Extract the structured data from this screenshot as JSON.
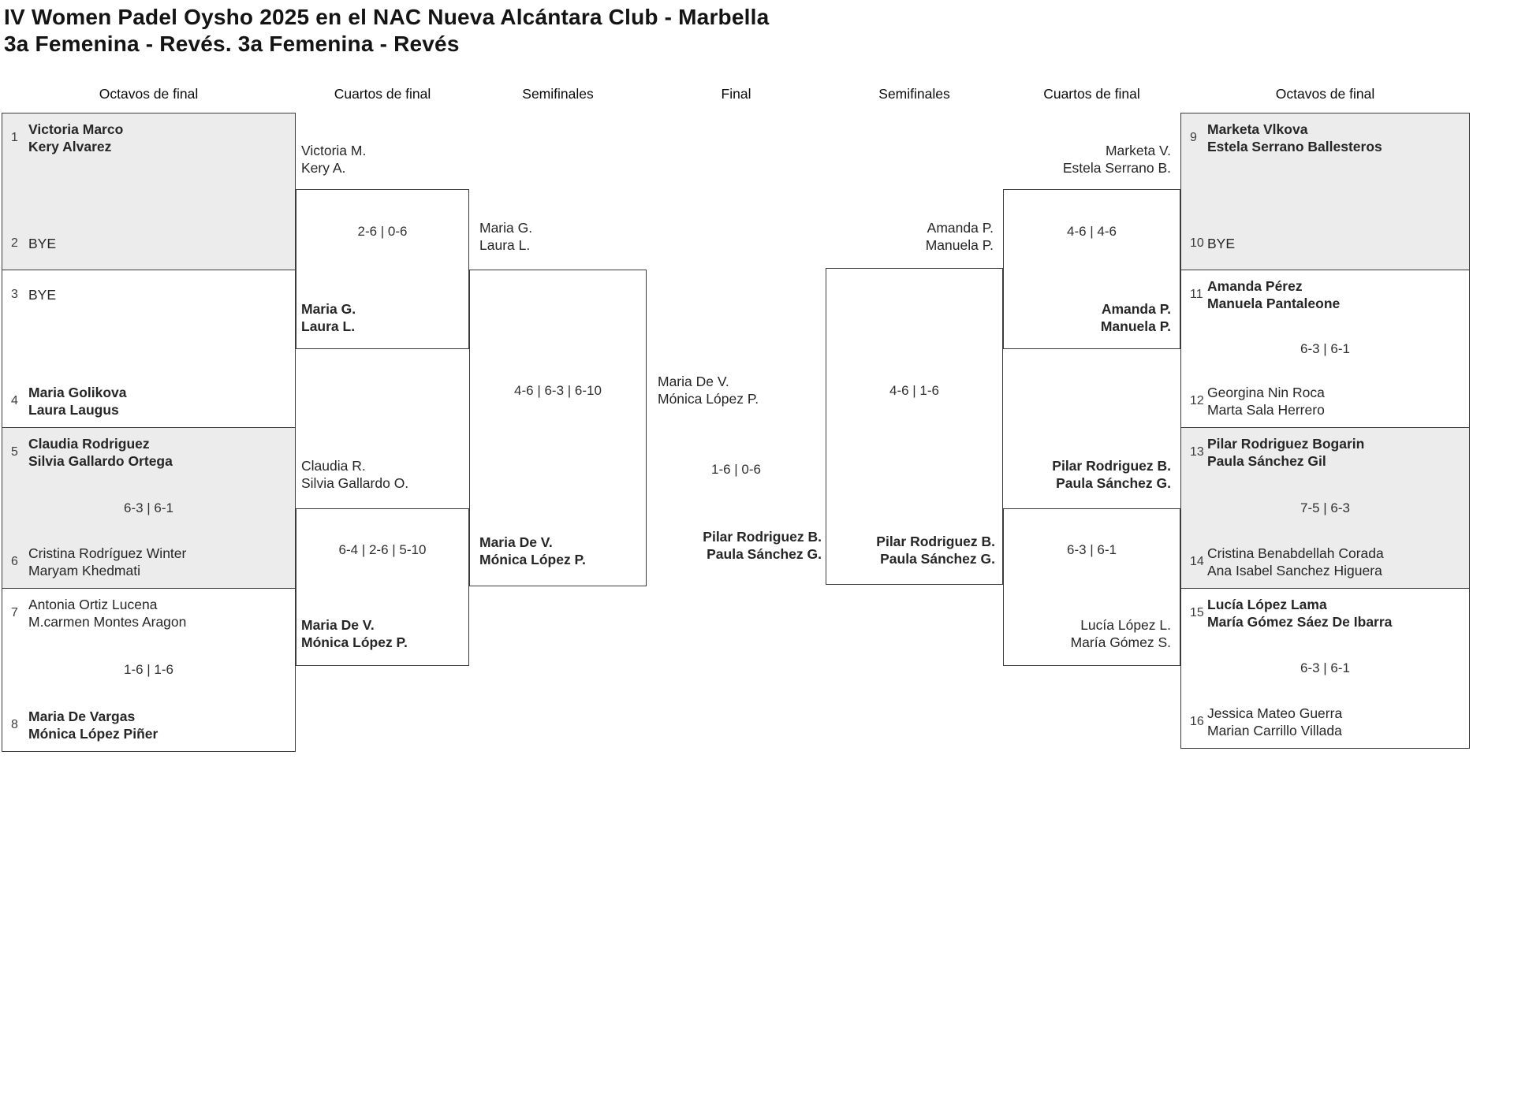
{
  "title": {
    "line1": "IV Women Padel Oysho 2025 en el NAC Nueva Alcántara Club - Marbella",
    "line2": "3a Femenina - Revés. 3a Femenina - Revés"
  },
  "round_headers": [
    "Octavos de final",
    "Cuartos de final",
    "Semifinales",
    "Final",
    "Semifinales",
    "Cuartos de final",
    "Octavos de final"
  ],
  "colors": {
    "shaded_box": "#ececec",
    "border": "#3a3a3a",
    "text": "#262626"
  },
  "r16_left": [
    {
      "top": {
        "seed": "1",
        "name1": "Victoria Marco",
        "name2": "Kery Alvarez"
      },
      "score": "",
      "bottom": {
        "seed": "2",
        "name1": "BYE",
        "name2": ""
      }
    },
    {
      "top": {
        "seed": "3",
        "name1": "BYE",
        "name2": ""
      },
      "score": "",
      "bottom": {
        "seed": "4",
        "name1": "Maria Golikova",
        "name2": "Laura Laugus"
      }
    },
    {
      "top": {
        "seed": "5",
        "name1": "Claudia Rodriguez",
        "name2": "Silvia Gallardo Ortega"
      },
      "score": "6-3 | 6-1",
      "bottom": {
        "seed": "6",
        "name1": "Cristina Rodríguez Winter",
        "name2": "Maryam Khedmati"
      }
    },
    {
      "top": {
        "seed": "7",
        "name1": "Antonia Ortiz Lucena",
        "name2": "M.carmen Montes Aragon"
      },
      "score": "1-6 | 1-6",
      "bottom": {
        "seed": "8",
        "name1": "Maria De Vargas",
        "name2": "Mónica López Piñer"
      }
    }
  ],
  "qf_left": [
    {
      "team1": {
        "name1": "Victoria M.",
        "name2": "Kery A."
      },
      "score": "2-6 | 0-6",
      "team2": {
        "name1": "Maria G.",
        "name2": "Laura L."
      }
    },
    {
      "team1": {
        "name1": "Claudia R.",
        "name2": "Silvia Gallardo O."
      },
      "score": "6-4 | 2-6 | 5-10",
      "team2": {
        "name1": "Maria De V.",
        "name2": "Mónica López P."
      }
    }
  ],
  "sf_left": {
    "team1": {
      "name1": "Maria G.",
      "name2": "Laura L."
    },
    "score": "4-6 | 6-3 | 6-10",
    "team2": {
      "name1": "Maria De V.",
      "name2": "Mónica López P."
    }
  },
  "final": {
    "team1": {
      "name1": "Maria De V.",
      "name2": "Mónica López P."
    },
    "score": "1-6 | 0-6",
    "team2": {
      "name1": "Pilar Rodriguez B.",
      "name2": "Paula Sánchez G."
    }
  },
  "sf_right": {
    "team1": {
      "name1": "Amanda P.",
      "name2": "Manuela P."
    },
    "score": "4-6 | 1-6",
    "team2": {
      "name1": "Pilar Rodriguez B.",
      "name2": "Paula Sánchez G."
    }
  },
  "qf_right": [
    {
      "team1": {
        "name1": "Marketa V.",
        "name2": "Estela Serrano B."
      },
      "score": "4-6 | 4-6",
      "team2": {
        "name1": "Amanda P.",
        "name2": "Manuela P."
      }
    },
    {
      "team1": {
        "name1": "Pilar Rodriguez B.",
        "name2": "Paula Sánchez G."
      },
      "score": "6-3 | 6-1",
      "team2": {
        "name1": "Lucía López L.",
        "name2": "María Gómez S."
      }
    }
  ],
  "r16_right": [
    {
      "top": {
        "seed": "9",
        "name1": "Marketa Vlkova",
        "name2": "Estela Serrano Ballesteros"
      },
      "score": "",
      "bottom": {
        "seed": "10",
        "name1": "BYE",
        "name2": ""
      }
    },
    {
      "top": {
        "seed": "11",
        "name1": "Amanda Pérez",
        "name2": "Manuela Pantaleone"
      },
      "score": "6-3 | 6-1",
      "bottom": {
        "seed": "12",
        "name1": "Georgina Nin Roca",
        "name2": "Marta Sala Herrero"
      }
    },
    {
      "top": {
        "seed": "13",
        "name1": "Pilar Rodriguez Bogarin",
        "name2": "Paula Sánchez Gil"
      },
      "score": "7-5 | 6-3",
      "bottom": {
        "seed": "14",
        "name1": "Cristina Benabdellah Corada",
        "name2": "Ana Isabel Sanchez Higuera"
      }
    },
    {
      "top": {
        "seed": "15",
        "name1": "Lucía López Lama",
        "name2": "María Gómez Sáez De Ibarra"
      },
      "score": "6-3 | 6-1",
      "bottom": {
        "seed": "16",
        "name1": "Jessica Mateo Guerra",
        "name2": "Marian Carrillo Villada"
      }
    }
  ]
}
